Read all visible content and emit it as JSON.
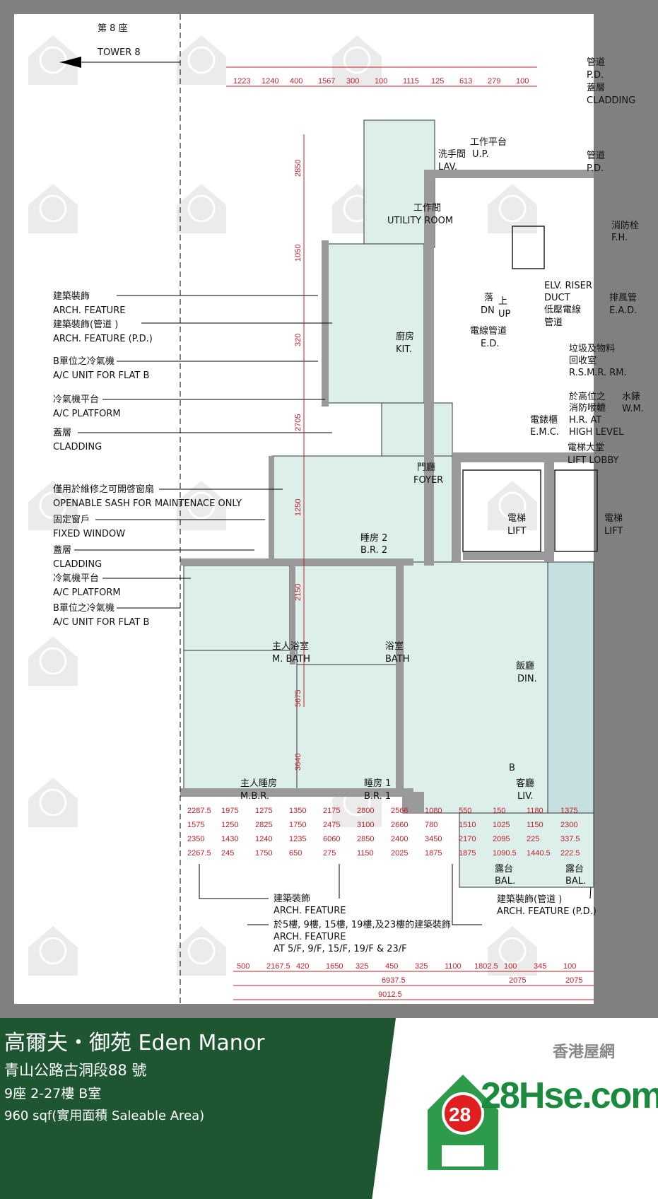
{
  "tower": {
    "cn": "第 8 座",
    "en": "TOWER 8"
  },
  "rooms": {
    "lav_cn": "洗手間",
    "lav_en": "LAV.",
    "up_cn": "工作平台",
    "up_en": "U.P.",
    "util_cn": "工作間",
    "util_en": "UTILITY ROOM",
    "kit_cn": "廚房",
    "kit_en": "KIT.",
    "foyer_cn": "門廳",
    "foyer_en": "FOYER",
    "br2_cn": "睡房 2",
    "br2_en": "B.R. 2",
    "mbath_cn": "主人浴室",
    "mbath_en": "M. BATH",
    "bath_cn": "浴室",
    "bath_en": "BATH",
    "din_cn": "飯廳",
    "din_en": "DIN.",
    "flat": "B",
    "liv_cn": "客廳",
    "liv_en": "LIV.",
    "mbr_cn": "主人睡房",
    "mbr_en": "M.B.R.",
    "br1_cn": "睡房 1",
    "br1_en": "B.R. 1",
    "bal_cn": "露台",
    "bal_en": "BAL.",
    "lift_cn": "電梯",
    "lift_en": "LIFT",
    "lobby_cn": "電梯大堂",
    "lobby_en": "LIFT LOBBY",
    "dn_cn": "落",
    "dn_en": "DN",
    "upst_cn": "上",
    "upst_en": "UP",
    "ed_cn": "電線管道",
    "ed_en": "E.D.",
    "elv_en1": "ELV. RISER",
    "elv_en2": "DUCT",
    "elv_cn1": "低壓電線",
    "elv_cn2": "管道",
    "fh_cn": "消防栓",
    "fh_en": "F.H.",
    "ead_cn": "排風管",
    "ead_en": "E.A.D.",
    "rsmr_cn1": "垃圾及物料",
    "rsmr_cn2": "回收室",
    "rsmr_en": "R.S.M.R. RM.",
    "hr_cn1": "於高位之",
    "hr_cn2": "消防喉轆",
    "hr_en1": "H.R. AT",
    "hr_en2": "HIGH LEVEL",
    "emc_cn": "電錶櫃",
    "emc_en": "E.M.C.",
    "wm_cn": "水錶",
    "wm_en": "W.M.",
    "pd_cn": "管道",
    "pd_en": "P.D.",
    "clad_cn": "蓋層",
    "clad_en": "CLADDING"
  },
  "annotations": [
    {
      "cn": "建築裝飾",
      "en": "ARCH. FEATURE"
    },
    {
      "cn": "建築裝飾(管道 )",
      "en": "ARCH. FEATURE (P.D.)"
    },
    {
      "cn": "B單位之冷氣機",
      "en": "A/C UNIT  FOR FLAT B"
    },
    {
      "cn": "冷氣機平台",
      "en": "A/C PLATFORM"
    },
    {
      "cn": "蓋層",
      "en": "CLADDING"
    },
    {
      "cn": "僅用於維修之可開啓窗扇",
      "en": "OPENABLE SASH FOR MAINTENACE ONLY"
    },
    {
      "cn": "固定窗戶",
      "en": "FIXED WINDOW"
    },
    {
      "cn": "蓋層",
      "en": "CLADDING"
    },
    {
      "cn": "冷氣機平台",
      "en": "A/C PLATFORM"
    },
    {
      "cn": "B單位之冷氣機",
      "en": "A/C UNIT  FOR FLAT B"
    }
  ],
  "bottom_annotations": {
    "af_cn": "建築裝飾",
    "af_en": "ARCH. FEATURE",
    "af5_cn": "於5樓, 9樓, 15樓, 19樓,及23樓的建築裝飾",
    "af5_en1": "ARCH. FEATURE",
    "af5_en2": "AT 5/F, 9/F, 15/F, 19/F & 23/F",
    "afpd_cn": "建築裝飾(管道 )",
    "afpd_en": "ARCH. FEATURE (P.D.)"
  },
  "dimensions": {
    "top": [
      "1223",
      "1240",
      "400",
      "1567",
      "300",
      "100",
      "1115",
      "125",
      "613",
      "279",
      "100"
    ],
    "left_vertical": [
      "2850",
      "1050",
      "320",
      "2705",
      "1250",
      "2150",
      "5675",
      "3640"
    ],
    "interior": [
      "2287.5",
      "1975",
      "1275",
      "1350",
      "2175",
      "2800",
      "2568",
      "1080",
      "550",
      "150",
      "1180",
      "1375",
      "1575",
      "1250",
      "2825",
      "1750",
      "2475",
      "3100",
      "2660",
      "780",
      "1510",
      "1025",
      "1150",
      "2300",
      "2350",
      "1430",
      "1240",
      "1235",
      "6060",
      "2850",
      "2400",
      "3450",
      "2170",
      "2095",
      "225",
      "337.5",
      "2267.5",
      "245",
      "1750",
      "650",
      "275",
      "1150",
      "2025",
      "1875",
      "1875",
      "1090.5",
      "1440.5",
      "222.5"
    ],
    "bottom_row1": [
      "500",
      "2167.5",
      "420",
      "1650",
      "325",
      "450",
      "325",
      "1100",
      "1802.5",
      "100",
      "345",
      "100"
    ],
    "bottom_row2": [
      "6937.5",
      "2075",
      "2075"
    ],
    "bottom_row3": [
      "9012.5"
    ]
  },
  "watermark": {
    "badge": "28",
    "text": "28Hse.com"
  },
  "footer": {
    "title": "高爾夫・御苑 Eden Manor",
    "address": "青山公路古洞段88 號",
    "unit": "9座 2-27樓 B室",
    "area": "960 sqf(實用面積 Saleable Area)",
    "logo_cn": "香港屋網",
    "logo_text": "28Hse.com",
    "logo_badge": "28"
  },
  "colors": {
    "room": "#dcefeb",
    "wall": "#9a9a9a",
    "dim": "#c0202a",
    "footer": "#1d5631",
    "logo": "#1a8a3c"
  }
}
